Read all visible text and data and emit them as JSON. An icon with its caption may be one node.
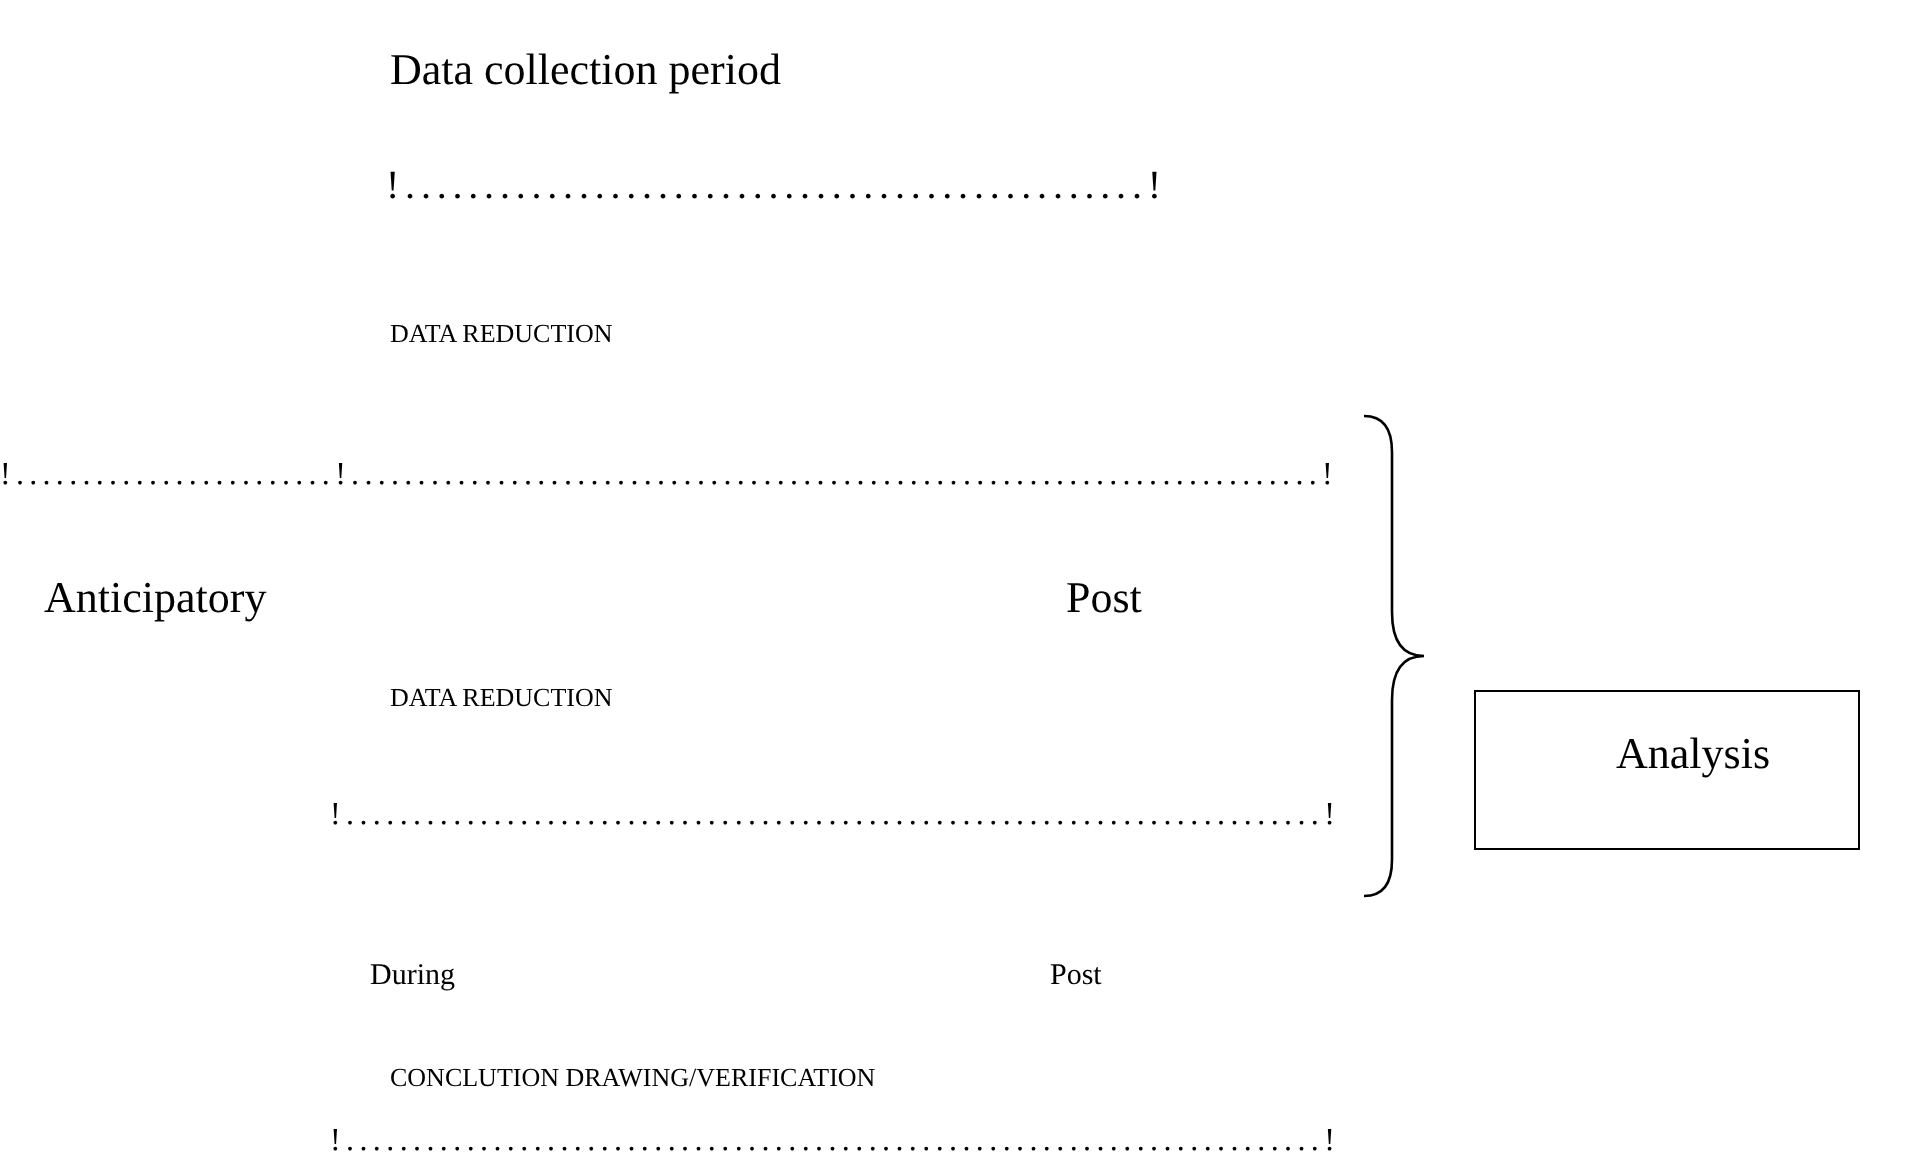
{
  "diagram": {
    "nodes": [
      {
        "text": [
          "Analysis"
        ]
      }
    ],
    "labels": [
      "Data collection period",
      "!...............................................!",
      "DATA REDUCTION",
      "!........................!.........................................................................!",
      "Anticipatory",
      "Post",
      "DATA REDUCTION",
      "!.........................................................................!",
      "During",
      "Post",
      "CONCLUTION DRAWING/VERIFICATION",
      "!.........................................................................!"
    ]
  }
}
